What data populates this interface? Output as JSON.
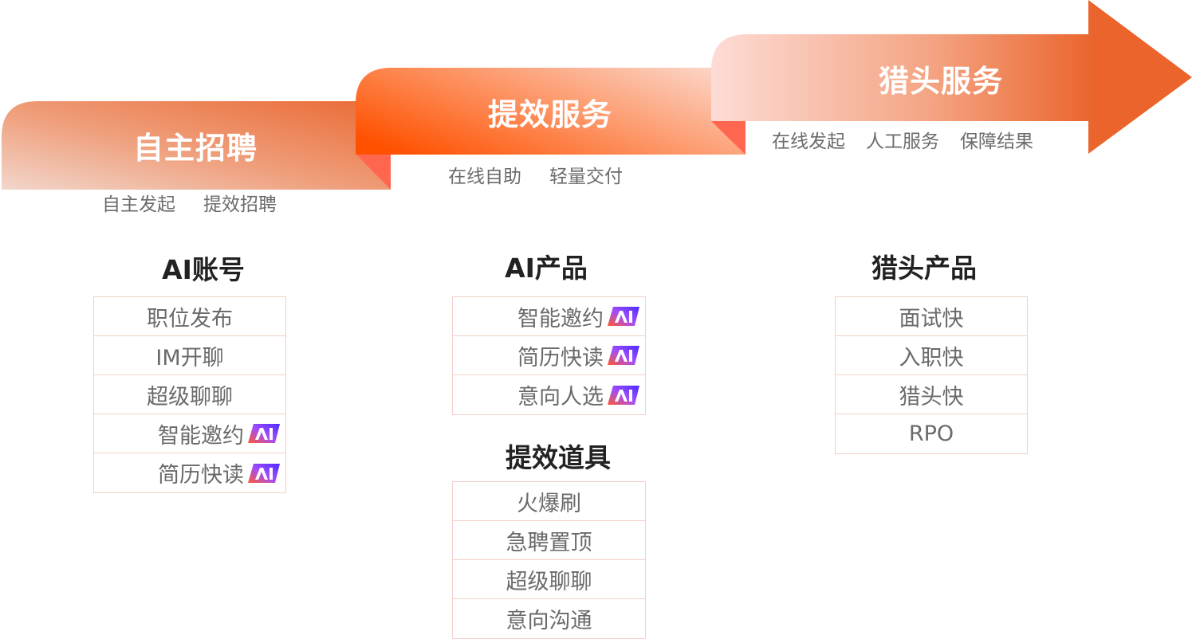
{
  "stages": [
    {
      "title": "自主招聘",
      "subtitles": [
        "自主发起",
        "提效招聘"
      ]
    },
    {
      "title": "提效服务",
      "subtitles": [
        "在线自助",
        "轻量交付"
      ]
    },
    {
      "title": "猎头服务",
      "subtitles": [
        "在线发起",
        "人工服务",
        "保障结果"
      ]
    }
  ],
  "columns": [
    {
      "title": "AI账号",
      "items": [
        {
          "label": "职位发布",
          "ai": false
        },
        {
          "label": "IM开聊",
          "ai": false
        },
        {
          "label": "超级聊聊",
          "ai": false
        },
        {
          "label": "智能邀约",
          "ai": true
        },
        {
          "label": "简历快读",
          "ai": true
        }
      ]
    },
    {
      "title": "AI产品",
      "items": [
        {
          "label": "智能邀约",
          "ai": true
        },
        {
          "label": "简历快读",
          "ai": true
        },
        {
          "label": "意向人选",
          "ai": true
        }
      ]
    },
    {
      "title": "提效道具",
      "items": [
        {
          "label": "火爆刷",
          "ai": false
        },
        {
          "label": "急聘置顶",
          "ai": false
        },
        {
          "label": "超级聊聊",
          "ai": false
        },
        {
          "label": "意向沟通",
          "ai": false
        }
      ]
    },
    {
      "title": "猎头产品",
      "items": [
        {
          "label": "面试快",
          "ai": false
        },
        {
          "label": "入职快",
          "ai": false
        },
        {
          "label": "猎头快",
          "ai": false
        },
        {
          "label": "RPO",
          "ai": false
        }
      ]
    }
  ],
  "badge": {
    "icon": "ai-badge-icon",
    "text": "AI"
  },
  "colors": {
    "accent": "#ea642c",
    "accent_bright": "#ff5100",
    "fold": "#ff6650",
    "table_border": "#f3cfc6",
    "item_text": "#6a6a6a",
    "heading_text": "#222222"
  }
}
